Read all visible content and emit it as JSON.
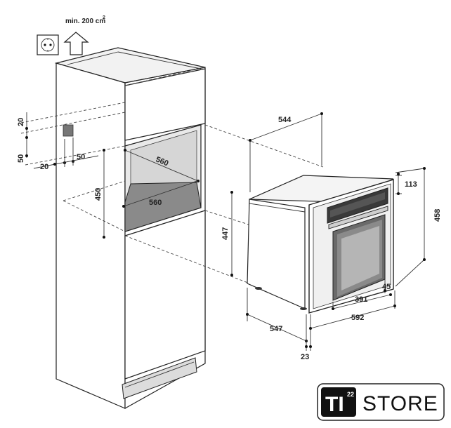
{
  "ventilation": {
    "label": "min. 200 cm",
    "superscript": "2"
  },
  "dimensions": {
    "niche_top_gap": "20",
    "vent_height": "50",
    "vent_side_gap": "20",
    "vent_width": "50",
    "niche_width": "560",
    "niche_height": "450",
    "niche_depth": "560",
    "oven_depth_top": "544",
    "oven_height": "447",
    "panel_height": "113",
    "front_height": "458",
    "door_offset": "45",
    "door_width": "391",
    "front_width": "592",
    "oven_body_depth": "547",
    "front_thickness": "23"
  },
  "logo": {
    "brand": "TI",
    "number": "22",
    "word": "STORE"
  }
}
